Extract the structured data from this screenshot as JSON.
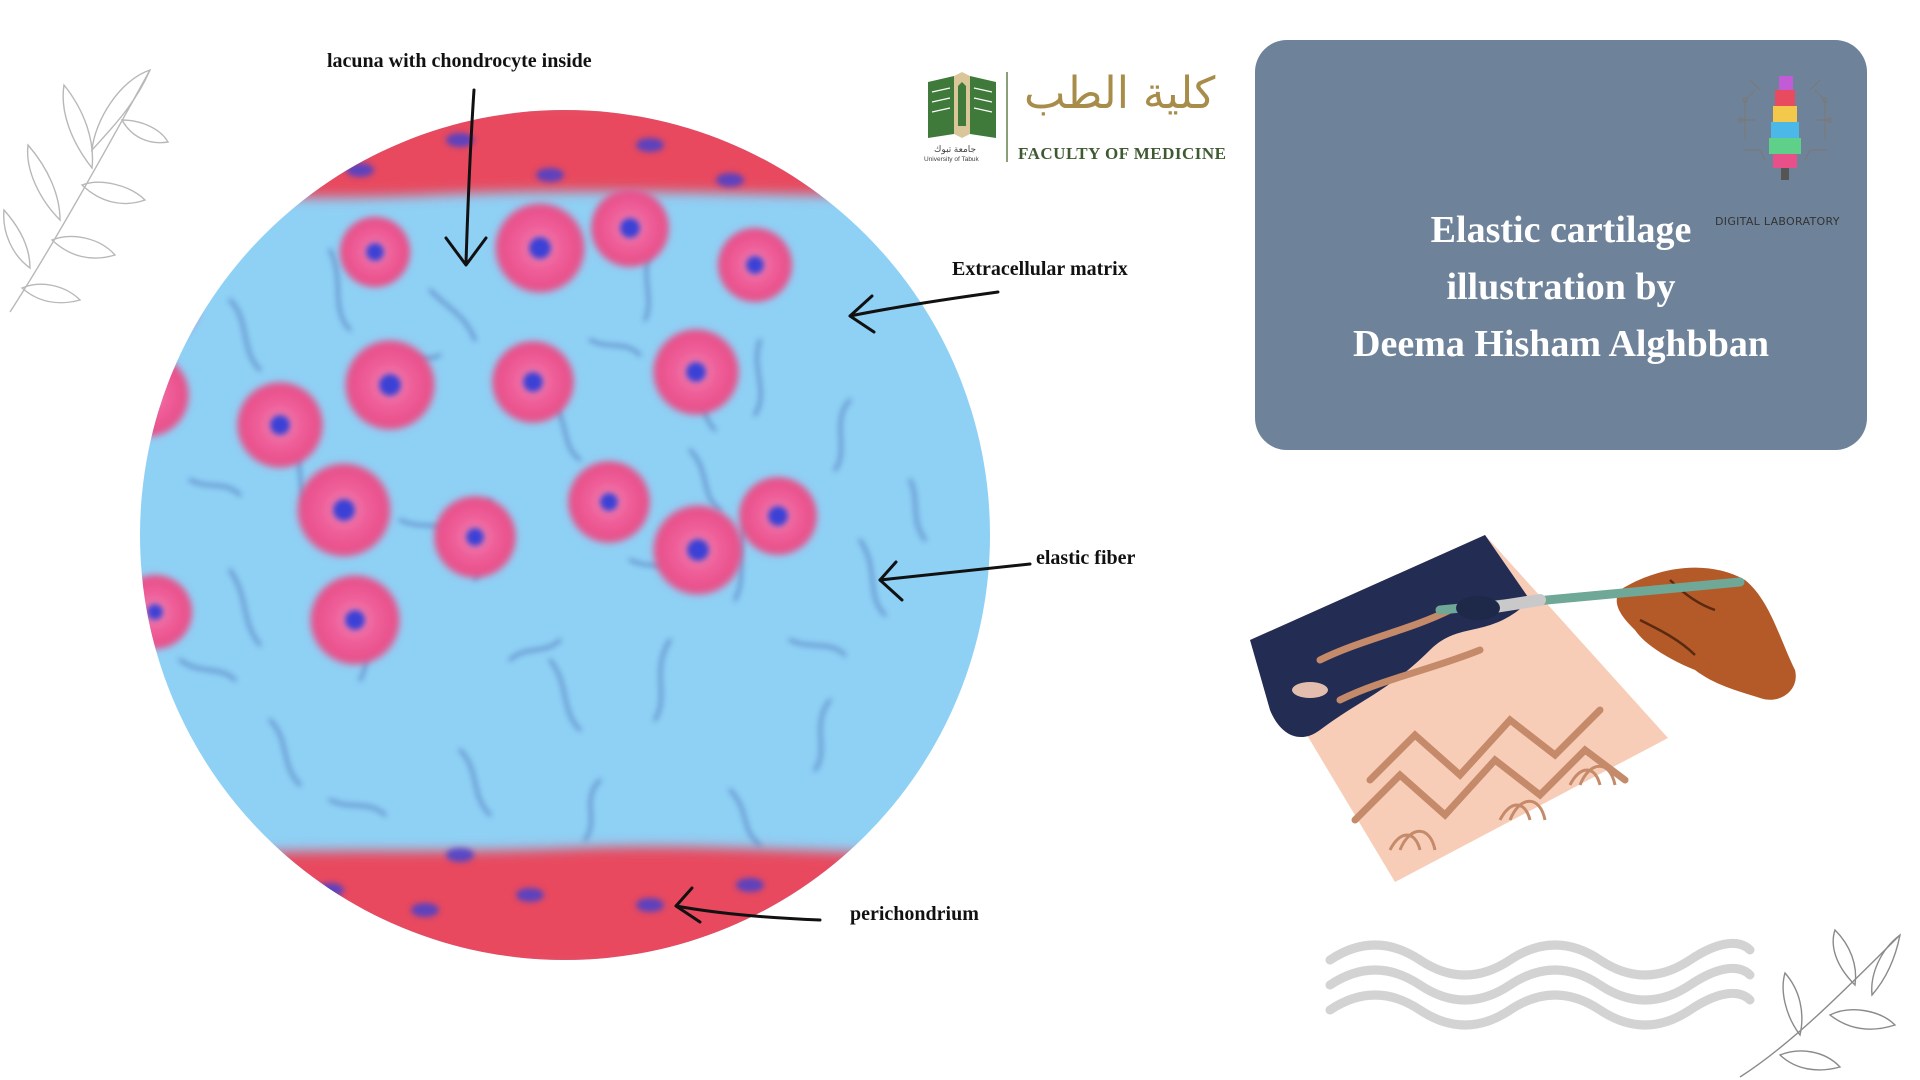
{
  "labels": {
    "lacuna": "lacuna with chondrocyte inside",
    "ecm": "Extracellular matrix",
    "elastic_fiber": "elastic fiber",
    "perichondrium": "perichondrium"
  },
  "title": {
    "line1": "Elastic cartilage",
    "line2": "illustration by",
    "line3": "Deema Hisham Alghbban"
  },
  "university_logo": {
    "faculty": "FACULTY OF MEDICINE",
    "arabic": "كلية الطب",
    "university_en": "University of Tabuk",
    "university_ar": "جامعة تبوك"
  },
  "lab_logo": {
    "name": "DIGITAL LABORATORY"
  },
  "colors": {
    "matrix": "#8fd0f5",
    "perichondrium": "#e84a5f",
    "cell": "#e8508a",
    "nucleus": "#3b3fd6",
    "card": "#6e8299"
  },
  "icons": [
    "leaf-branch-icon",
    "painting-hand-icon",
    "wavy-lines-icon",
    "arrow-icon"
  ]
}
